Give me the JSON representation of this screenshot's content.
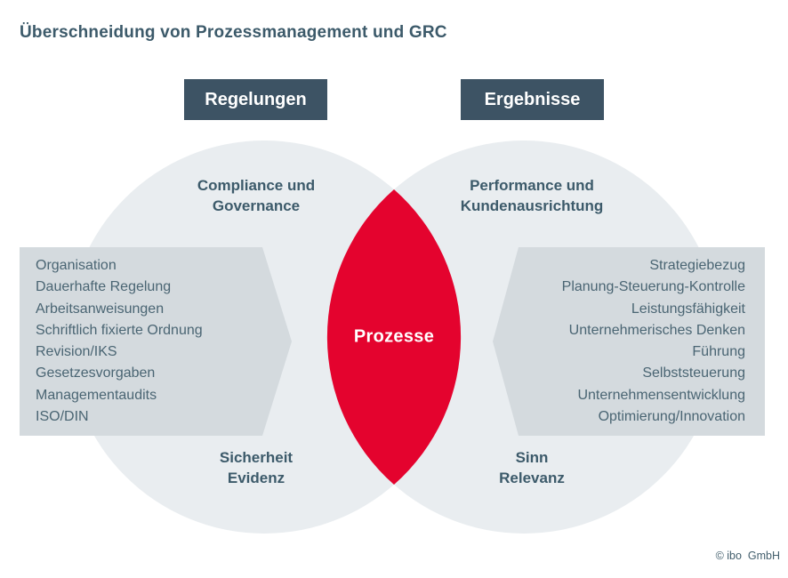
{
  "title": "Überschneidung von Prozessmanagement und GRC",
  "headers": {
    "left": "Regelungen",
    "right": "Ergebnisse"
  },
  "left_circle": {
    "top_label": [
      "Compliance und",
      "Governance"
    ],
    "bottom_label": [
      "Sicherheit",
      "Evidenz"
    ],
    "items": [
      "Organisation",
      "Dauerhafte Regelung",
      "Arbeitsanweisungen",
      "Schriftlich fixierte Ordnung",
      "Revision/IKS",
      "Gesetzesvorgaben",
      "Managementaudits",
      "ISO/DIN"
    ]
  },
  "right_circle": {
    "top_label": [
      "Performance und",
      "Kundenausrichtung"
    ],
    "bottom_label": [
      "Sinn",
      "Relevanz"
    ],
    "items": [
      "Strategiebezug",
      "Planung-Steuerung-Kontrolle",
      "Leistungsfähigkeit",
      "Unternehmerisches Denken",
      "Führung",
      "Selbststeuerung",
      "Unternehmensentwicklung",
      "Optimierung/Innovation"
    ]
  },
  "center": {
    "label": "Prozesse"
  },
  "footer": {
    "copyright": "© ibo  GmbH"
  },
  "colors": {
    "accent_red": "#e4032e",
    "slate_dark": "#3d5364",
    "text_slate": "#3c5a6a",
    "list_text": "#4a6573",
    "circle_fill": "#e9edf0",
    "box_fill": "#d4dade",
    "background": "#ffffff"
  }
}
